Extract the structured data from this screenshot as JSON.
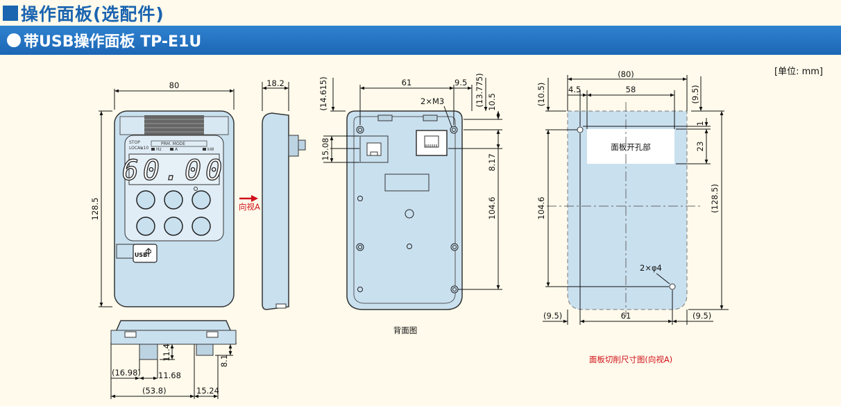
{
  "header": {
    "title": "操作面板(选配件)",
    "product": "带USB操作面板  TP-E1U"
  },
  "unit": "[单位: mm]",
  "front_view": {
    "display_value": "60.00",
    "usb_label": "USB",
    "dims": {
      "width": "80",
      "height": "128.5",
      "depth": "18.2"
    },
    "bottom_dims": {
      "d1": "(16.98)",
      "d2": "11.68",
      "d3": "(53.8)",
      "d4": "15.24",
      "d5": "11.4",
      "d6": "8.1"
    },
    "arrow_label": "向视A"
  },
  "back_view": {
    "caption": "背面图",
    "dims": {
      "d1": "61",
      "d2": "9.5",
      "d3": "2×M3",
      "d4": "(14.615)",
      "d5": "(13.775)",
      "d6": "10.5",
      "d7": "15.08",
      "d8": "8.17",
      "d9": "104.6"
    }
  },
  "cutout_view": {
    "caption": "面板切削尺寸图(向视A)",
    "hole_label": "面板开孔部",
    "dims": {
      "d1": "(80)",
      "d2": "4.5",
      "d3": "58",
      "d4": "(9.5)",
      "d5": "(10.5)",
      "d6": "1",
      "d7": "23",
      "d8": "104.6",
      "d9": "(128.5)",
      "d10": "2×φ4",
      "d11": "(9.5)",
      "d12": "61",
      "d13": "(9.5)"
    }
  },
  "colors": {
    "accent": "#1a64b0",
    "device": "#c9e0ef",
    "caption_red": "#d0101a"
  }
}
